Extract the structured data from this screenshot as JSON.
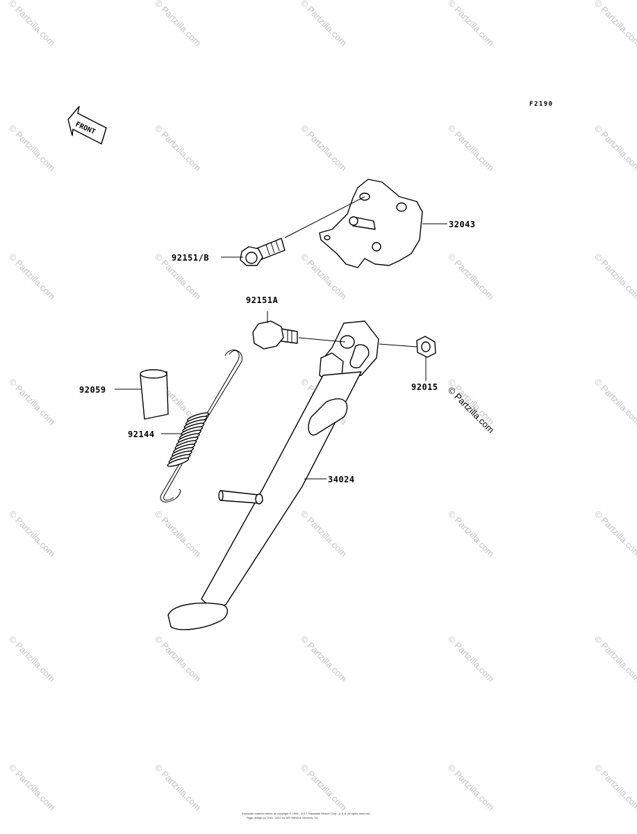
{
  "figure_code": "F2190",
  "front_label": "FRONT",
  "watermark": "© Partzilla.com",
  "copyright_line1": "Kawasaki material within, all copyright © 1995 - 2017, Kawasaki Motors Corp., U.S.A. All rights reserved.",
  "copyright_line2": "Page design (c) 2011 - 2017 by ARI Network Services, Inc.",
  "callouts": [
    {
      "ref": "32043"
    },
    {
      "ref": "92151/B"
    },
    {
      "ref": "92151A"
    },
    {
      "ref": "92015"
    },
    {
      "ref": "92059"
    },
    {
      "ref": "92144"
    },
    {
      "ref": "34024"
    }
  ]
}
